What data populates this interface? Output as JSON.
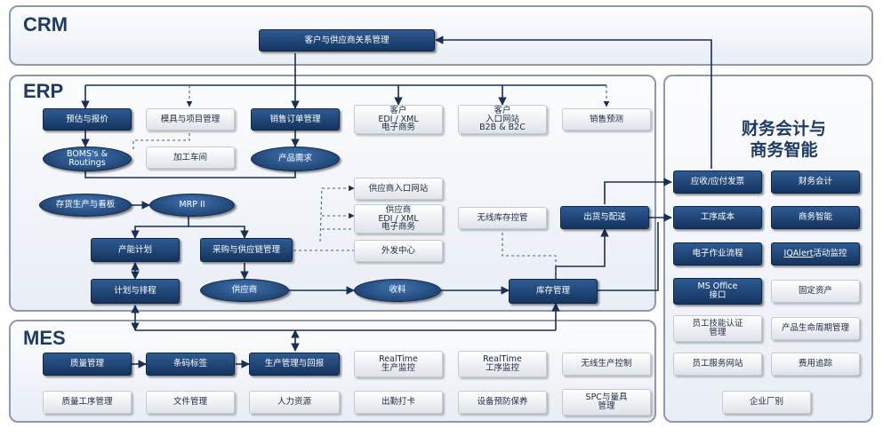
{
  "sections": {
    "crm": "CRM",
    "erp": "ERP",
    "mes": "MES",
    "finance": "财务会计与\n商务智能"
  },
  "crm": {
    "relationship": "客户与供应商关系管理"
  },
  "erp": {
    "estimate_quote": "预估与报价",
    "tooling_projects": "模具与项目管理",
    "sales_orders": "销售订单管理",
    "customer_edi": "客户\nEDI / XML\n电子商务",
    "customer_portal": "客户\n入口网站\nB2B & B2C",
    "sales_forecast": "销售预测",
    "boms_routings": "BOMS's &\nRoutings",
    "job_shop": "加工车间",
    "product_demand": "产品需求",
    "supplier_portal": "供应商入口网站",
    "supplier_edi": "供应商\nEDI / XML\n电子商务",
    "wireless_inventory": "无线库存控管",
    "inventory_kanban": "存货生产与看板",
    "mrp": "MRP II",
    "capacity_planning": "产能计划",
    "purchasing_scm": "采购与供应链管理",
    "outsourcing": "外发中心",
    "shipping": "出货与配送",
    "planning_scheduling": "计划与排程",
    "supplier": "供应商",
    "receiving": "收料",
    "inventory_mgmt": "库存管理"
  },
  "mes": {
    "quality_mgmt": "质量管理",
    "barcode": "条码标签",
    "production_reporting": "生产管理与回报",
    "realtime_production": "RealTime\n生产监控",
    "realtime_process": "RealTime\n工序监控",
    "wireless_production": "无线生产控制",
    "quality_process": "质量工序管理",
    "document_mgmt": "文件管理",
    "human_resources": "人力资源",
    "time_attendance": "出勤打卡",
    "preventive_maintenance": "设备预防保养",
    "spc_gauges": "SPC与量具\n管理"
  },
  "finance": {
    "ar_ap": "应收/应付发票",
    "accounting": "财务会计",
    "job_costing": "工序成本",
    "business_intelligence": "商务智能",
    "electronic_workflow": "电子作业流程",
    "iqalert_prefix": "IQAlert",
    "iqalert_suffix": " 活动监控",
    "ms_office": "MS Office\n接口",
    "fixed_assets": "固定资产",
    "employee_skills": "员工技能认证\n管理",
    "plm": "产品生命周期管理",
    "employee_portal": "员工服务网站",
    "expense_tracking": "费用追踪",
    "multi_plant": "企业厂别"
  },
  "colors": {
    "dark_box": "#1f4677",
    "light_box": "#eef0f3",
    "panel_border": "#8d9aad",
    "line": "#1a2f55"
  }
}
